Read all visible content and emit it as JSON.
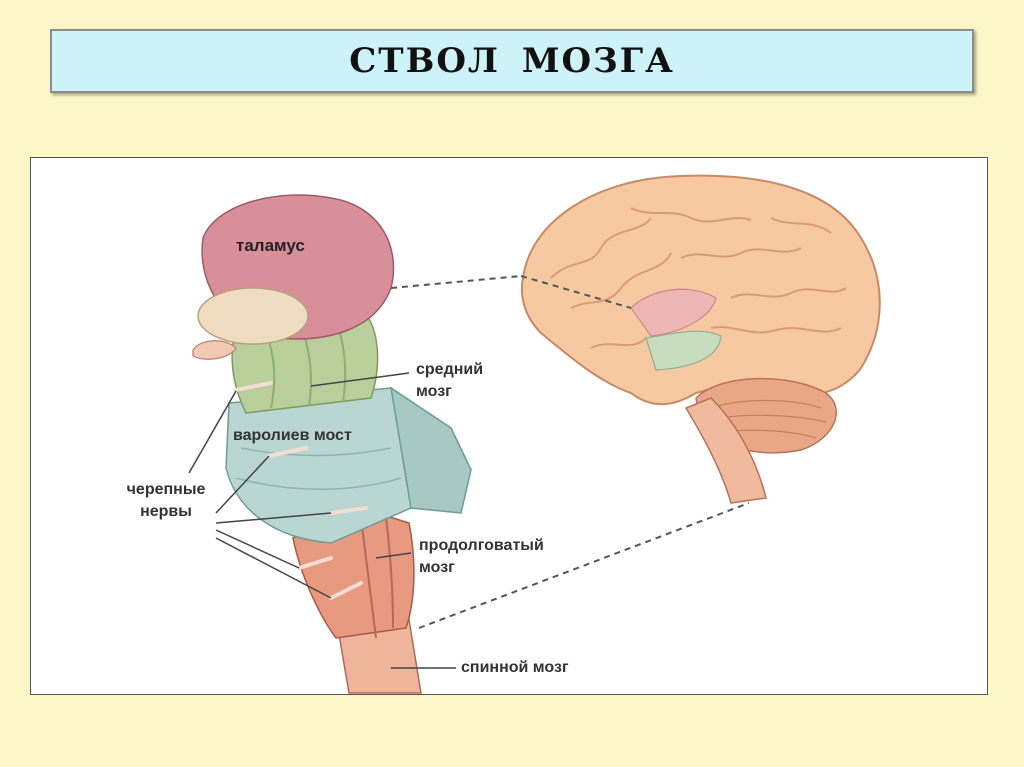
{
  "title": "СТВОЛ МОЗГА",
  "labels": {
    "thalamus": "таламус",
    "midbrain_1": "средний",
    "midbrain_2": "мозг",
    "pons": "варолиев мост",
    "cranial_1": "черепные",
    "cranial_2": "нервы",
    "medulla_1": "продолговатый",
    "medulla_2": "мозг",
    "spinal": "спинной мозг"
  },
  "colors": {
    "thalamus": "#d98f9a",
    "midbrain": "#b9cf9c",
    "pons": "#b9d6d2",
    "medulla": "#e79a80",
    "cortex": "#f6c9a3",
    "cerebellum": "#e8a888"
  }
}
